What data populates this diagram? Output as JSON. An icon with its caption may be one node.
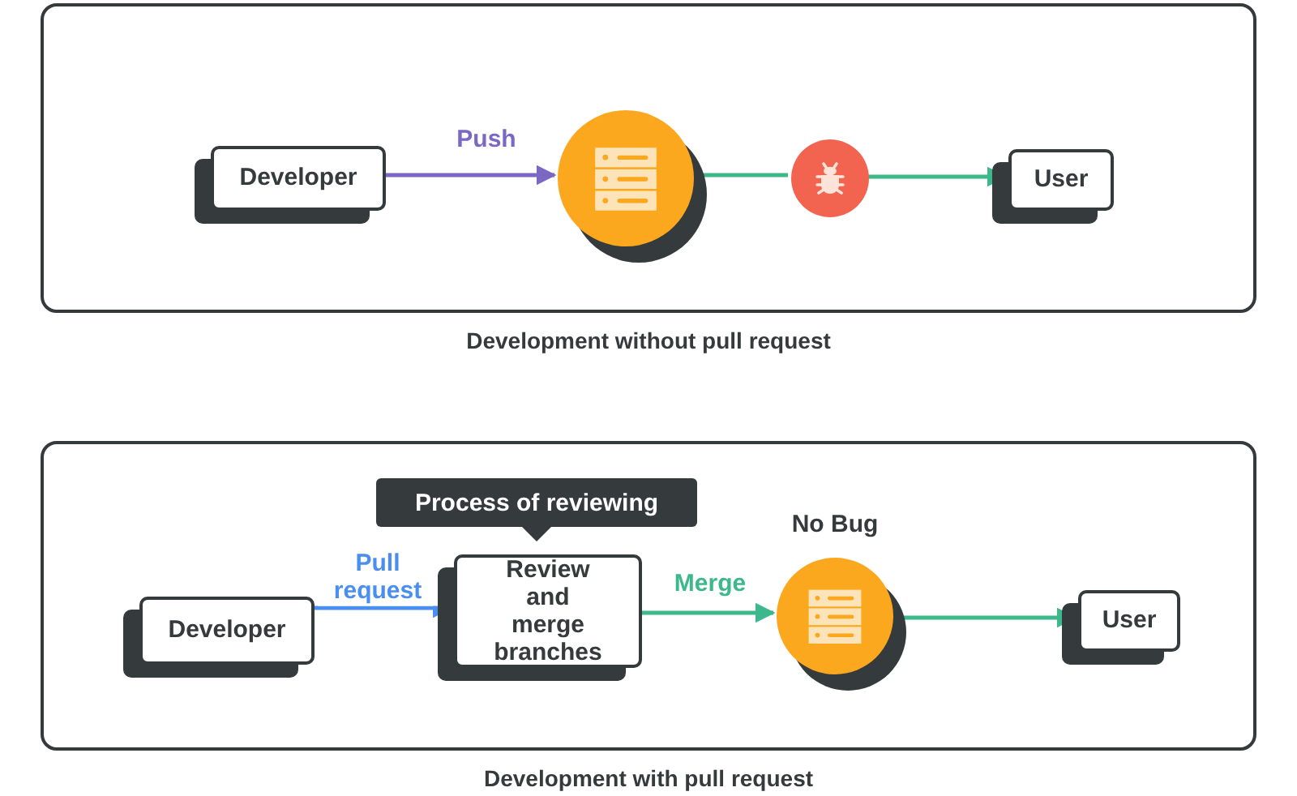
{
  "diagram": {
    "nodes": [
      {
        "text": [
          "Development without pull request"
        ]
      },
      {
        "text": [
          "Developer"
        ],
        "in": 0
      },
      {
        "text": [],
        "shape": "circle",
        "in": 0
      },
      {
        "text": [],
        "shape": "circle",
        "in": 0
      },
      {
        "text": [
          "User"
        ],
        "in": 0
      },
      {
        "text": [
          "Development with pull request"
        ]
      },
      {
        "text": [
          "Developer"
        ],
        "in": 5
      },
      {
        "text": [
          "Process of reviewing"
        ],
        "in": 5
      },
      {
        "text": [
          "Review and merge branches"
        ],
        "in": 5
      },
      {
        "text": [],
        "shape": "circle",
        "in": 5,
        "beside": [
          "No Bug"
        ]
      },
      {
        "text": [
          "User"
        ],
        "in": 5
      }
    ],
    "edges": [
      {
        "from": 1,
        "to": 2,
        "arrow": "to",
        "label": "Push",
        "color": "#7b68c4"
      },
      {
        "from": 2,
        "to": 3,
        "arrow": "none"
      },
      {
        "from": 3,
        "to": 4,
        "arrow": "to"
      },
      {
        "from": 6,
        "to": 8,
        "arrow": "to",
        "label": "Pull request",
        "color": "#4a8ff0"
      },
      {
        "from": 8,
        "to": 9,
        "arrow": "to",
        "label": "Merge"
      },
      {
        "from": 9,
        "to": 10,
        "arrow": "to"
      }
    ]
  }
}
